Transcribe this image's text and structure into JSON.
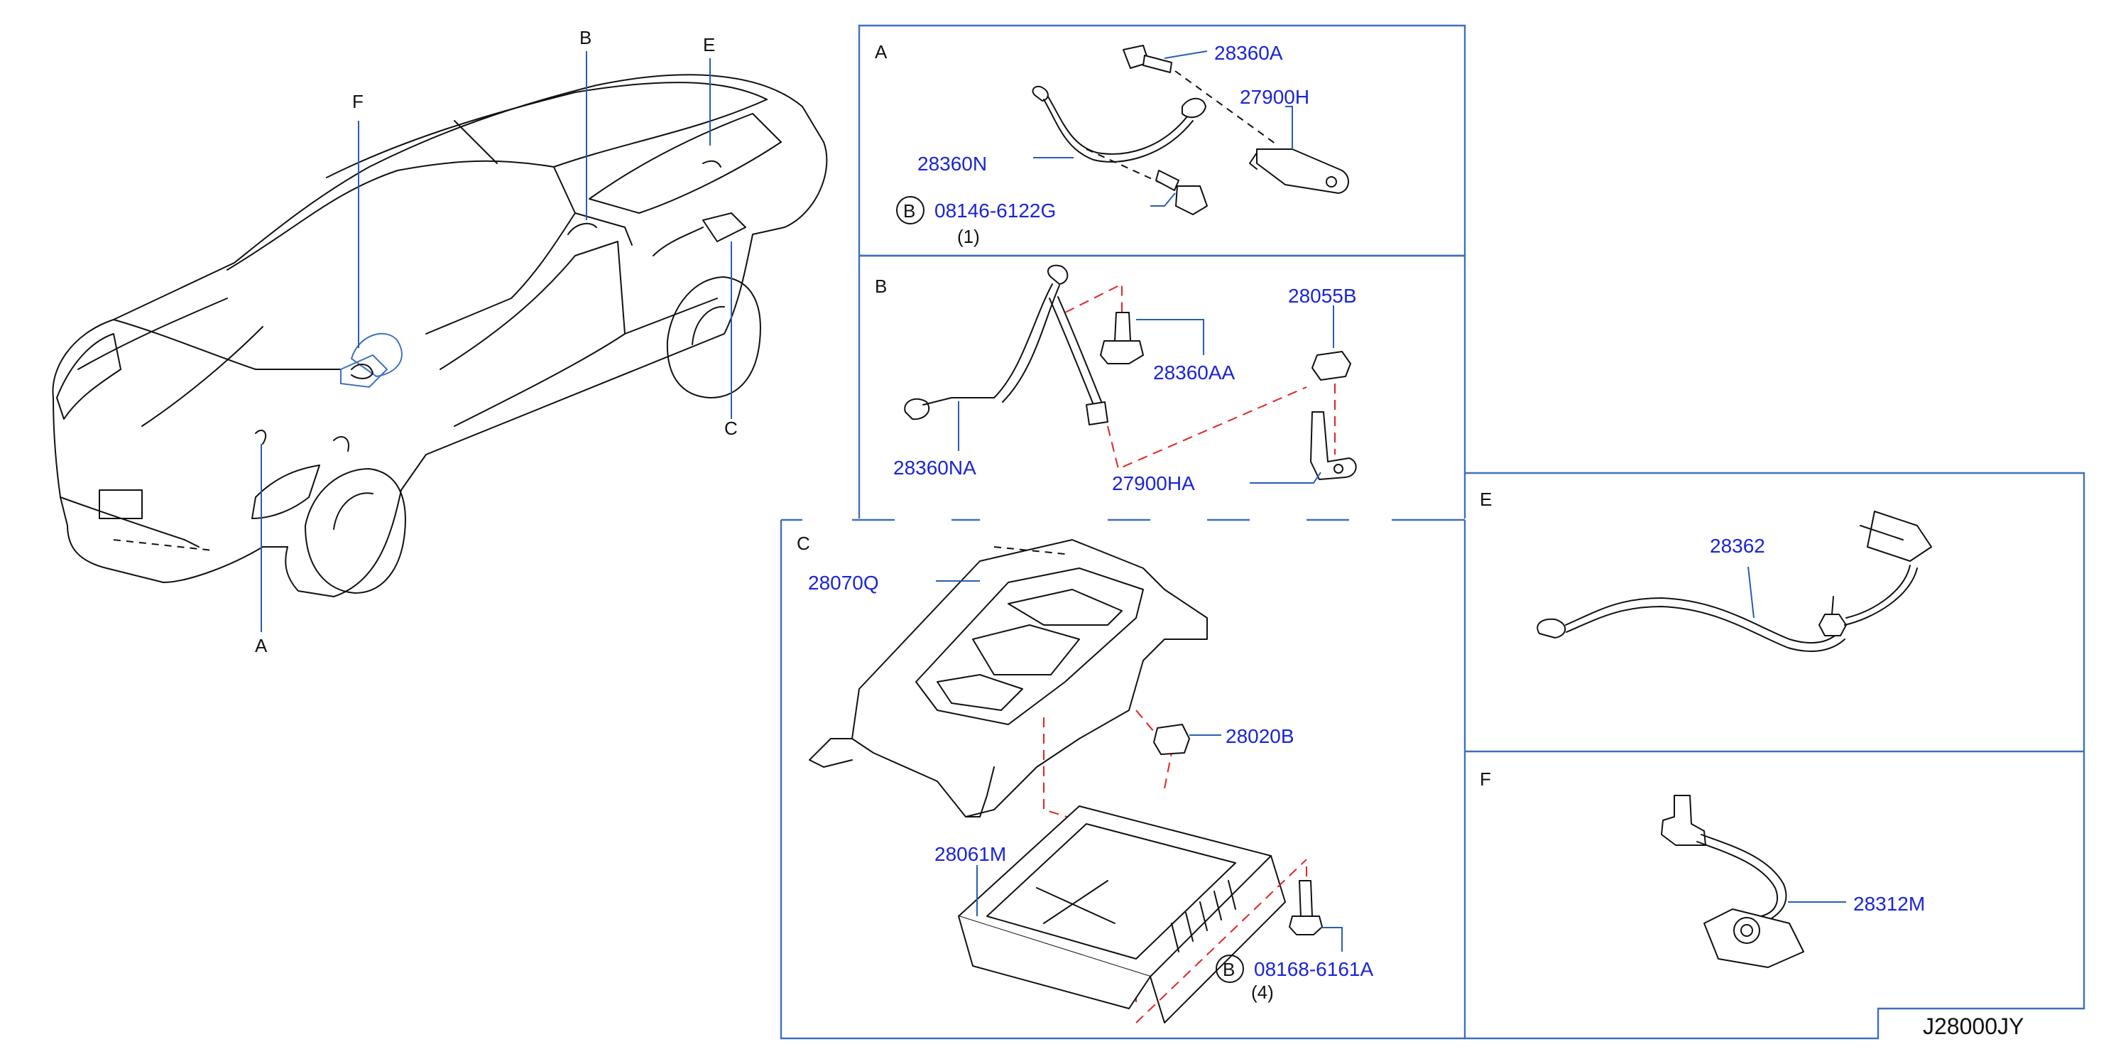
{
  "diagram_code": "J28000JY",
  "car_callouts": [
    "F",
    "B",
    "E",
    "A",
    "C"
  ],
  "sections": {
    "A": {
      "label": "A",
      "parts": [
        "28360A",
        "27900H",
        "28360N",
        "08146-6122G"
      ],
      "bolt_ref": "B",
      "qty": "(1)"
    },
    "B": {
      "label": "B",
      "parts": [
        "28055B",
        "28360AA",
        "28360NA",
        "27900HA"
      ]
    },
    "C": {
      "label": "C",
      "parts": [
        "28070Q",
        "28020B",
        "28061M",
        "08168-6161A"
      ],
      "bolt_ref": "B",
      "qty": "(4)"
    },
    "E": {
      "label": "E",
      "parts": [
        "28362"
      ]
    },
    "F": {
      "label": "F",
      "parts": [
        "28312M"
      ]
    }
  },
  "colors": {
    "frame": "#3f6fbf",
    "part_text": "#1a24d8",
    "dashes": "#e02424",
    "line": "#111111"
  }
}
